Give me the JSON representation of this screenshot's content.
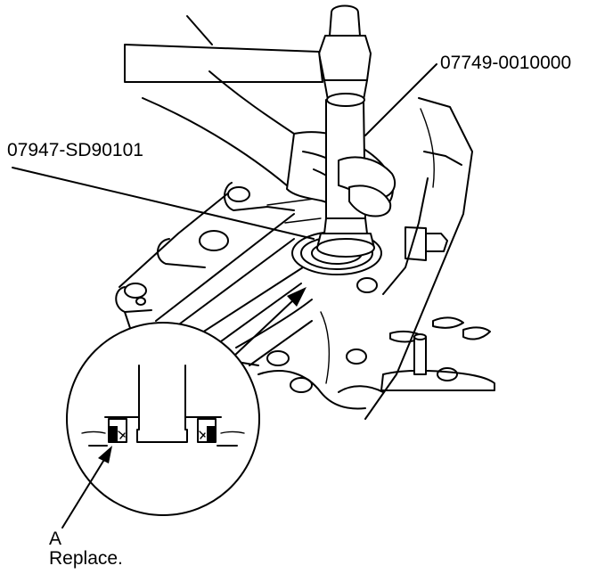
{
  "callouts": {
    "driver_part_number": "07749-0010000",
    "attachment_part_number": "07947-SD90101",
    "seal_letter": "A",
    "seal_note": "Replace."
  }
}
